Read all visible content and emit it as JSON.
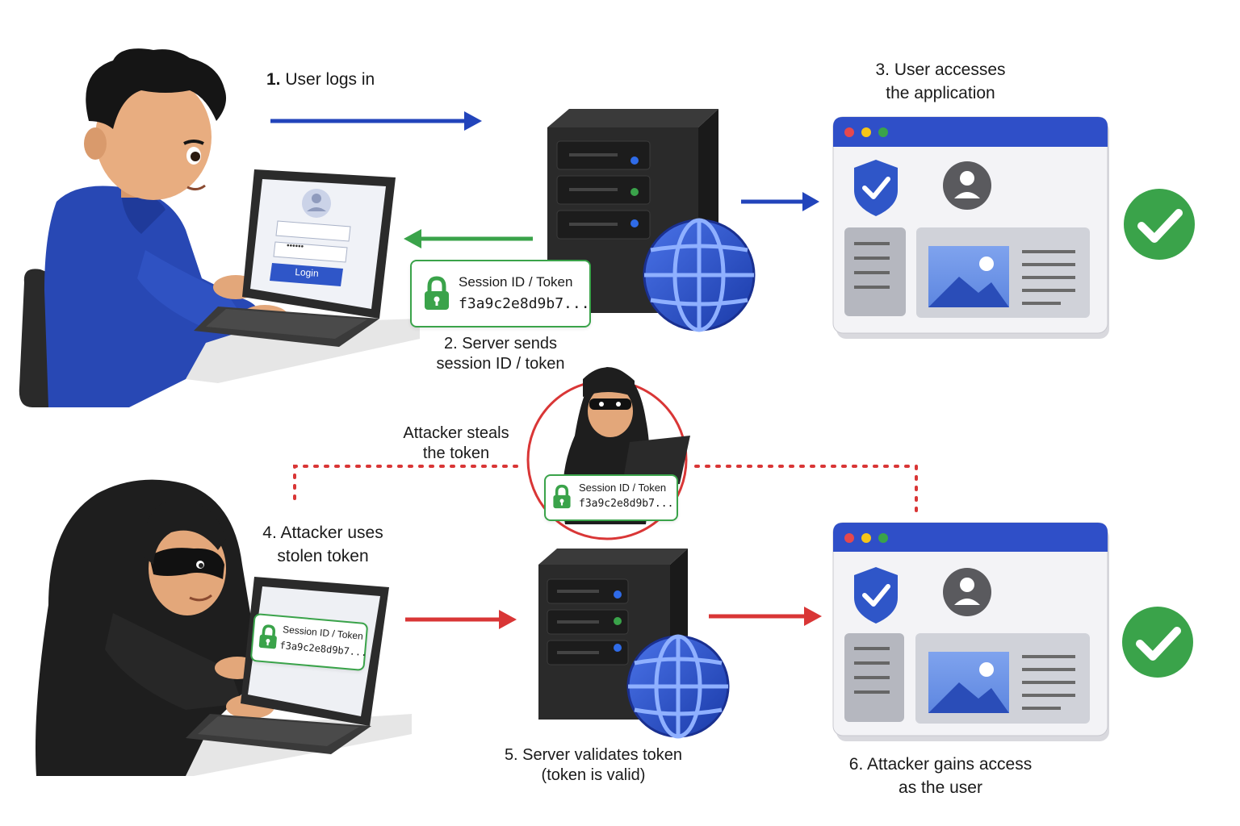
{
  "steps": {
    "s1": {
      "num": "1.",
      "text": "User logs in"
    },
    "s2": {
      "line1": "2. Server sends",
      "line2": "session ID / token"
    },
    "s3": {
      "line1": "3. User accesses",
      "line2": "the application"
    },
    "s4": {
      "line1": "4. Attacker uses",
      "line2": "stolen token"
    },
    "s5": {
      "line1": "5. Server validates token",
      "line2": "(token is valid)"
    },
    "s6": {
      "line1": "6. Attacker gains access",
      "line2": "as the user"
    },
    "steal": {
      "line1": "Attacker steals",
      "line2": "the token"
    }
  },
  "token": {
    "label": "Session ID / Token",
    "value": "f3a9c2e8d9b7..."
  },
  "login_form": {
    "button": "Login",
    "password_mask": "••••••"
  },
  "colors": {
    "blue": "#2244bb",
    "green": "#3aa34a",
    "red": "#d93636",
    "server": "#262626",
    "check": "#3aa34a"
  },
  "icons": [
    "user-icon",
    "server-icon",
    "globe-icon",
    "shield-icon",
    "check-icon",
    "lock-icon",
    "image-icon",
    "hacker-icon",
    "laptop-icon"
  ]
}
